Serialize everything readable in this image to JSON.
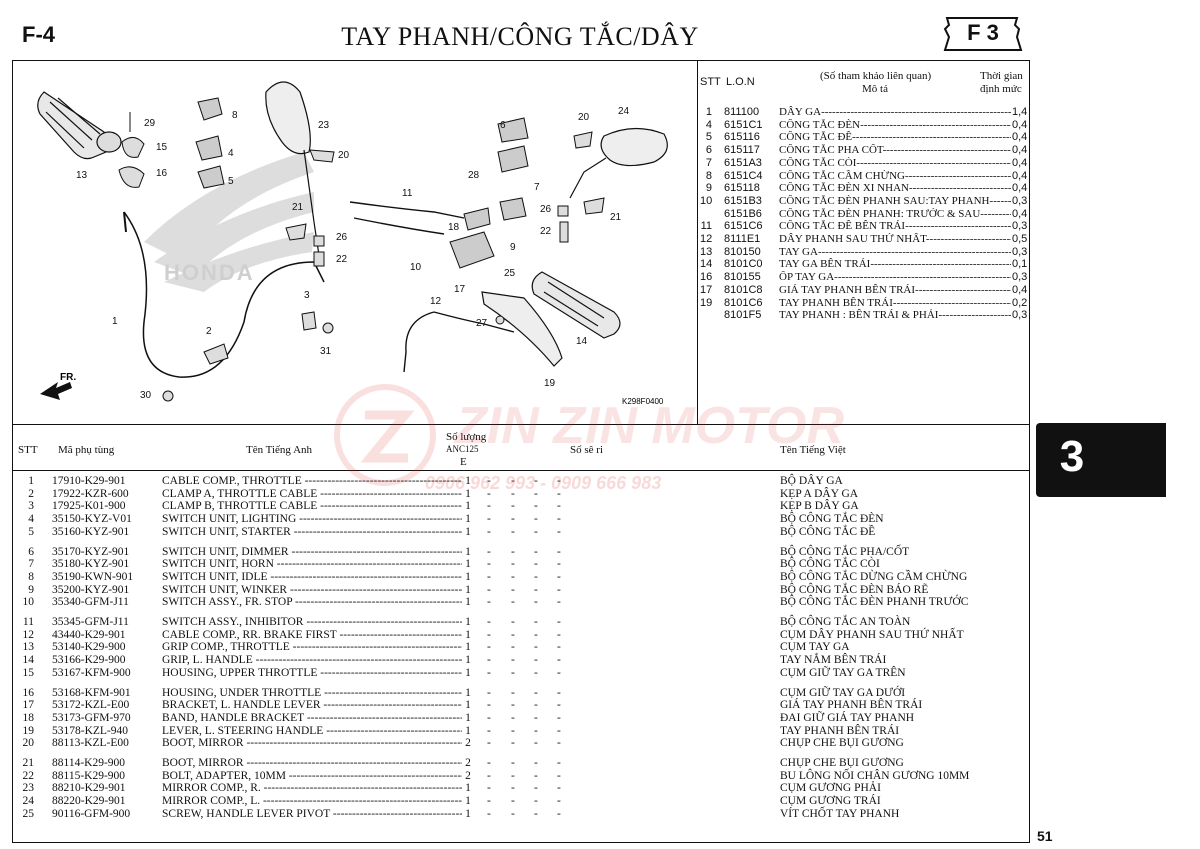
{
  "header": {
    "page_code": "F-4",
    "title": "TAY PHANH/CÔNG TẮC/DÂY",
    "section_badge": "F 3"
  },
  "diagram": {
    "diagram_code": "K298F0400",
    "direction_label": "FR.",
    "callouts": [
      "1",
      "2",
      "3",
      "4",
      "5",
      "6",
      "7",
      "8",
      "9",
      "10",
      "11",
      "12",
      "13",
      "14",
      "15",
      "16",
      "17",
      "18",
      "19",
      "20",
      "20",
      "21",
      "21",
      "22",
      "22",
      "23",
      "24",
      "25",
      "26",
      "26",
      "27",
      "28",
      "29",
      "30",
      "31"
    ]
  },
  "reference_table": {
    "col_stt": "STT",
    "col_lon": "L.O.N",
    "col_desc_line1": "(Số tham khảo liên quan)",
    "col_desc_line2": "Mô tả",
    "col_time_line1": "Thời gian",
    "col_time_line2": "định mức",
    "rows": [
      {
        "no": "1",
        "lon": "811100",
        "desc": "DÂY GA",
        "time": "1,4"
      },
      {
        "no": "4",
        "lon": "6151C1",
        "desc": "CÔNG TẮC ĐÈN",
        "time": "0,4"
      },
      {
        "no": "5",
        "lon": "615116",
        "desc": "CÔNG TẮC ĐỀ",
        "time": "0,4"
      },
      {
        "no": "6",
        "lon": "615117",
        "desc": "CÔNG TẮC PHA CỐT",
        "time": "0,4"
      },
      {
        "no": "7",
        "lon": "6151A3",
        "desc": "CÔNG TẮC CÒI",
        "time": "0,4"
      },
      {
        "no": "8",
        "lon": "6151C4",
        "desc": "CÔNG TẮC CẦM CHỪNG",
        "time": "0,4"
      },
      {
        "no": "9",
        "lon": "615118",
        "desc": "CÔNG TẮC ĐÈN XI NHAN",
        "time": "0,4"
      },
      {
        "no": "10",
        "lon": "6151B3",
        "desc": "CÔNG TẮC ĐÈN PHANH SAU:TAY PHANH",
        "time": "0,3"
      },
      {
        "no": "",
        "lon": "6151B6",
        "desc": "CÔNG TẮC ĐÈN PHANH: TRƯỚC & SAU",
        "time": "0,4"
      },
      {
        "no": "11",
        "lon": "6151C6",
        "desc": "CÔNG TẮC ĐỀ BÊN TRÁI",
        "time": "0,3"
      },
      {
        "no": "12",
        "lon": "8111E1",
        "desc": "DÂY PHANH SAU THỨ NHẤT",
        "time": "0,5"
      },
      {
        "no": "13",
        "lon": "810150",
        "desc": "TAY GA",
        "time": "0,3"
      },
      {
        "no": "14",
        "lon": "8101C0",
        "desc": "TAY GA BÊN TRÁI",
        "time": "0,1"
      },
      {
        "no": "16",
        "lon": "810155",
        "desc": "ỐP TAY GA",
        "time": "0,3"
      },
      {
        "no": "17",
        "lon": "8101C8",
        "desc": "GIÁ TAY PHANH BÊN TRÁI",
        "time": "0,4"
      },
      {
        "no": "19",
        "lon": "8101C6",
        "desc": "TAY PHANH BÊN TRÁI",
        "time": "0,2"
      },
      {
        "no": "",
        "lon": "8101F5",
        "desc": "TAY PHANH : BÊN TRÁI & PHẢI",
        "time": "0,3"
      }
    ]
  },
  "parts_table": {
    "col_stt": "STT",
    "col_part_no": "Mã phụ tùng",
    "col_english": "Tên Tiếng Anh",
    "col_qty_line1": "Số lượng",
    "col_qty_line2": "ANC125",
    "col_qty_line3": "E",
    "col_serial": "Số sê ri",
    "col_vietnamese": "Tên Tiếng Việt",
    "rows": [
      {
        "no": "1",
        "pn": "17910-K29-901",
        "en": "CABLE COMP., THROTTLE",
        "qty": "1",
        "vn": "BỘ DÂY GA"
      },
      {
        "no": "2",
        "pn": "17922-KZR-600",
        "en": "CLAMP A, THROTTLE CABLE",
        "qty": "1",
        "vn": "KẸP A DÂY GA"
      },
      {
        "no": "3",
        "pn": "17925-K01-900",
        "en": "CLAMP B, THROTTLE CABLE",
        "qty": "1",
        "vn": "KẸP B DÂY GA"
      },
      {
        "no": "4",
        "pn": "35150-KYZ-V01",
        "en": "SWITCH UNIT, LIGHTING",
        "qty": "1",
        "vn": "BỘ CÔNG TẮC ĐÈN"
      },
      {
        "no": "5",
        "pn": "35160-KYZ-901",
        "en": "SWITCH UNIT, STARTER",
        "qty": "1",
        "vn": "BỘ CÔNG TẮC ĐỀ"
      },
      {
        "no": "6",
        "pn": "35170-KYZ-901",
        "en": "SWITCH UNIT, DIMMER",
        "qty": "1",
        "vn": "BỘ CÔNG TẮC PHA/CỐT"
      },
      {
        "no": "7",
        "pn": "35180-KYZ-901",
        "en": "SWITCH UNIT, HORN",
        "qty": "1",
        "vn": "BỘ CÔNG TẮC CÒI"
      },
      {
        "no": "8",
        "pn": "35190-KWN-901",
        "en": "SWITCH UNIT, IDLE",
        "qty": "1",
        "vn": "BỘ CÔNG TẮC DỪNG CẦM CHỪNG"
      },
      {
        "no": "9",
        "pn": "35200-KYZ-901",
        "en": "SWITCH UNIT, WINKER",
        "qty": "1",
        "vn": "BỘ CÔNG TẮC ĐÈN BÁO RẼ"
      },
      {
        "no": "10",
        "pn": "35340-GFM-J11",
        "en": "SWITCH ASSY., FR. STOP",
        "qty": "1",
        "vn": "BỘ CÔNG TẮC ĐÈN PHANH TRƯỚC"
      },
      {
        "no": "11",
        "pn": "35345-GFM-J11",
        "en": "SWITCH ASSY., INHIBITOR",
        "qty": "1",
        "vn": "BỘ CÔNG TẮC AN TOÀN"
      },
      {
        "no": "12",
        "pn": "43440-K29-901",
        "en": "CABLE COMP., RR. BRAKE FIRST",
        "qty": "1",
        "vn": "CỤM DÂY PHANH SAU THỨ NHẤT"
      },
      {
        "no": "13",
        "pn": "53140-K29-900",
        "en": "GRIP COMP., THROTTLE",
        "qty": "1",
        "vn": "CỤM TAY GA"
      },
      {
        "no": "14",
        "pn": "53166-K29-900",
        "en": "GRIP, L. HANDLE",
        "qty": "1",
        "vn": "TAY NẮM BÊN TRÁI"
      },
      {
        "no": "15",
        "pn": "53167-KFM-900",
        "en": "HOUSING, UPPER THROTTLE",
        "qty": "1",
        "vn": "CỤM GIỮ TAY GA TRÊN"
      },
      {
        "no": "16",
        "pn": "53168-KFM-901",
        "en": "HOUSING, UNDER THROTTLE",
        "qty": "1",
        "vn": "CỤM GIỮ TAY GA DƯỚI"
      },
      {
        "no": "17",
        "pn": "53172-KZL-E00",
        "en": "BRACKET, L. HANDLE LEVER",
        "qty": "1",
        "vn": "GIÁ TAY PHANH BÊN TRÁI"
      },
      {
        "no": "18",
        "pn": "53173-GFM-970",
        "en": "BAND, HANDLE BRACKET",
        "qty": "1",
        "vn": "ĐAI GIỮ GIÁ TAY PHANH"
      },
      {
        "no": "19",
        "pn": "53178-KZL-940",
        "en": "LEVER, L. STEERING HANDLE",
        "qty": "1",
        "vn": "TAY PHANH BÊN TRÁI"
      },
      {
        "no": "20",
        "pn": "88113-KZL-E00",
        "en": "BOOT, MIRROR",
        "qty": "2",
        "vn": "CHỤP CHE BỤI GƯƠNG"
      },
      {
        "no": "21",
        "pn": "88114-K29-900",
        "en": "BOOT, MIRROR",
        "qty": "2",
        "vn": "CHỤP CHE BỤI GƯƠNG"
      },
      {
        "no": "22",
        "pn": "88115-K29-900",
        "en": "BOLT, ADAPTER, 10MM",
        "qty": "2",
        "vn": "BU LÔNG NỐI CHÂN GƯƠNG 10MM"
      },
      {
        "no": "23",
        "pn": "88210-K29-901",
        "en": "MIRROR COMP., R.",
        "qty": "1",
        "vn": "CỤM GƯƠNG PHẢI"
      },
      {
        "no": "24",
        "pn": "88220-K29-901",
        "en": "MIRROR COMP., L.",
        "qty": "1",
        "vn": "CỤM GƯƠNG TRÁI"
      },
      {
        "no": "25",
        "pn": "90116-GFM-900",
        "en": "SCREW, HANDLE LEVER PIVOT",
        "qty": "1",
        "vn": "VÍT CHỐT TAY PHANH"
      }
    ],
    "dash": "-"
  },
  "side_tab": "3",
  "page_number": "51",
  "watermark": {
    "brand": "ZIN ZIN MOTOR",
    "phones": "0906 962 993 - 0909 666 983"
  },
  "colors": {
    "ink": "#111111",
    "watermark": "#dc2828"
  }
}
